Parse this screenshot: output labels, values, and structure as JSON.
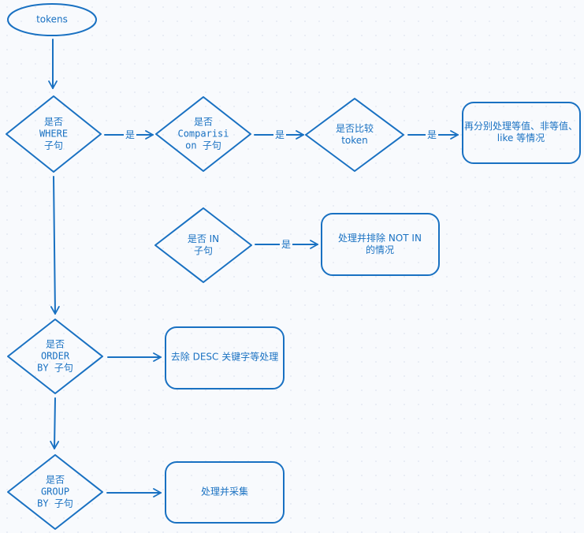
{
  "nodes": {
    "tokens": "tokens",
    "where": "是否\nWHERE\n子句",
    "comparison": "是否\nComparisi\non 子句",
    "compare_token": "是否比较\ntoken",
    "handle_values": "再分别处理等值、非等值、\nlike 等情况",
    "in_clause": "是否 IN\n子句",
    "not_in": "处理并排除 NOT IN\n的情况",
    "order_by": "是否\nORDER\nBY 子句",
    "remove_desc": "去除 DESC 关键字等处理",
    "group_by": "是否\nGROUP\nBY 子句",
    "collect": "处理并采集"
  },
  "edge_labels": {
    "yes": "是"
  },
  "colors": {
    "stroke": "#1971c2",
    "text": "#1971c2",
    "background": "#f8fafd"
  }
}
